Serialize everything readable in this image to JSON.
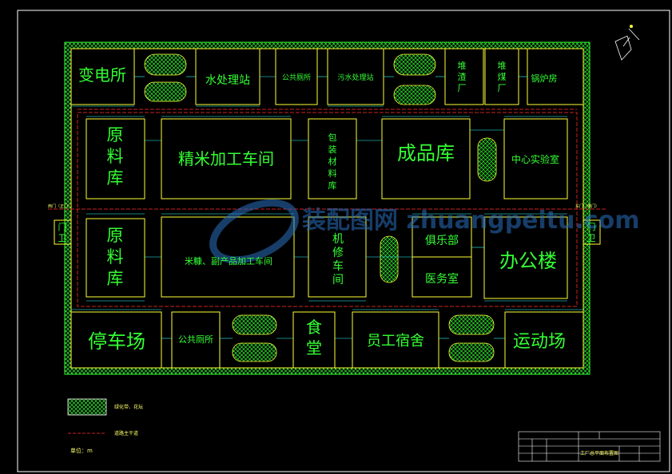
{
  "plan": {
    "rooms": {
      "substation": "变电所",
      "water_treatment": "水处理站",
      "public_toilet_top": "公共厕所",
      "sewage_treatment": "污水处理站",
      "slag_yard": "堆渣厂",
      "coal_yard": "堆煤厂",
      "boiler_room": "锅炉房",
      "raw_material_1": "原料库",
      "rice_workshop": "精米加工车间",
      "packaging_store": "包装材料库",
      "product_store": "成品库",
      "central_lab": "中心实验室",
      "raw_material_2": "原料库",
      "bran_workshop": "米糠、副产品加工车间",
      "machine_repair": "机修车间",
      "club": "俱乐部",
      "clinic": "医务室",
      "office": "办公楼",
      "parking": "停车场",
      "public_toilet_bottom": "公共厕所",
      "canteen": "食堂",
      "dormitory": "员工宿舍",
      "sports_field": "运动场",
      "gate_left": "门卫",
      "gate_right": "门卫"
    },
    "gate_labels": {
      "left": "西门（正门）",
      "right": "东门（侧门）"
    },
    "watermark": "装配图网 zhuangpeitu.com"
  },
  "legend": {
    "green_area": "绿化带、花坛",
    "main_road": "道路主干道",
    "unit": "单位：m"
  },
  "title_block": {
    "title": "工厂总平面布置图"
  },
  "colors": {
    "outline": "#ffff33",
    "hatch": "#33ff33",
    "road": "#cc2222",
    "text": "#33ff33",
    "dimension": "#33ffff"
  }
}
